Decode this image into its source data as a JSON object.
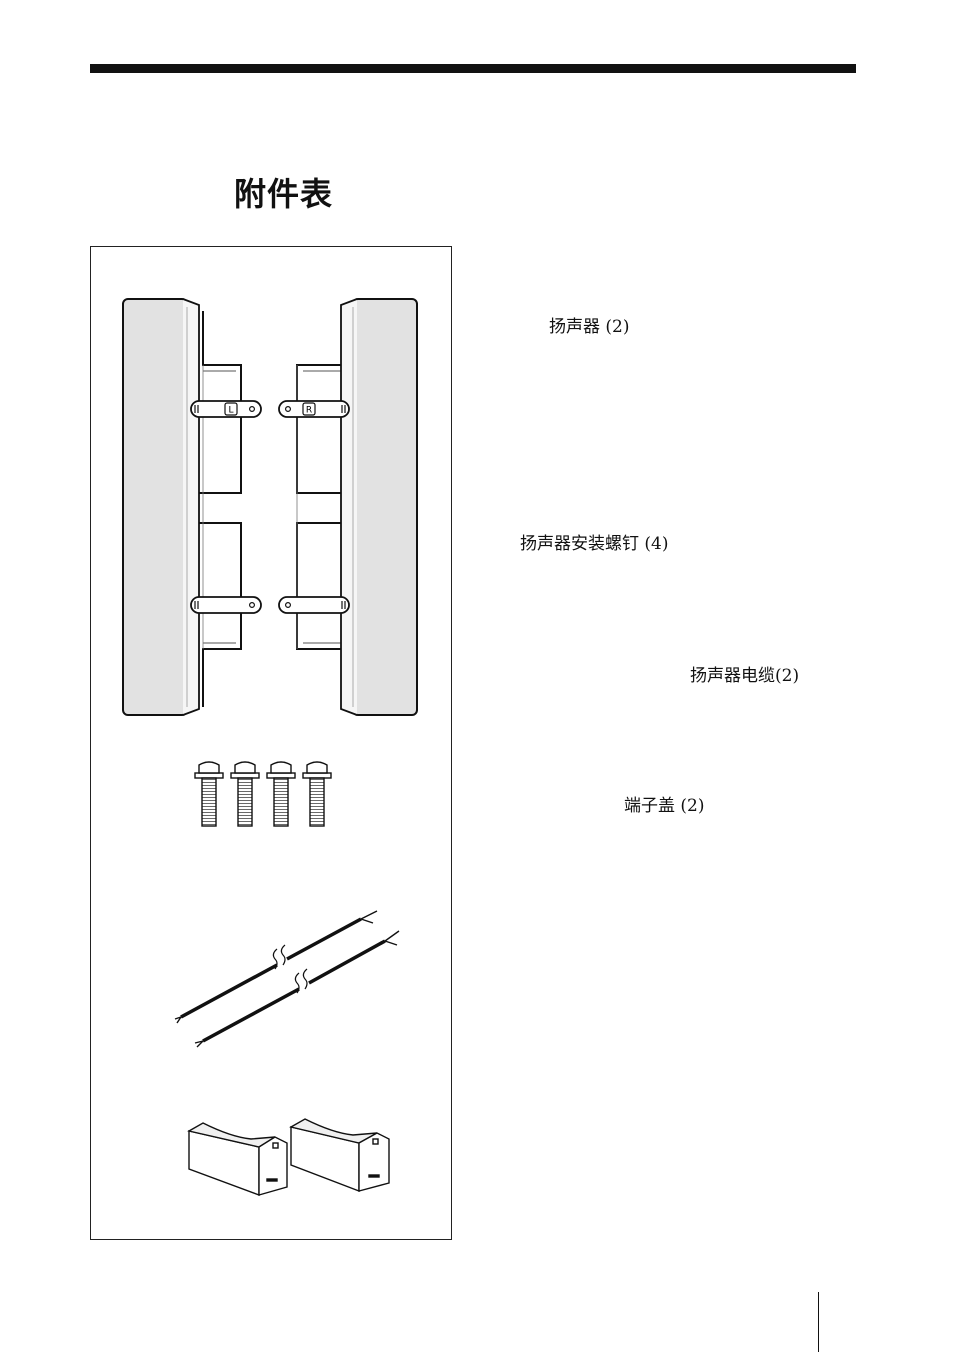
{
  "section": {
    "title": "附件表"
  },
  "figure": {
    "speaker_left_badge": "L",
    "speaker_right_badge": "R"
  },
  "captions": {
    "speakers": "扬声器 (2)",
    "screws": "扬声器安装螺钉 (4)",
    "cable": "扬声器电缆(2)",
    "cover": "端子盖 (2)"
  }
}
